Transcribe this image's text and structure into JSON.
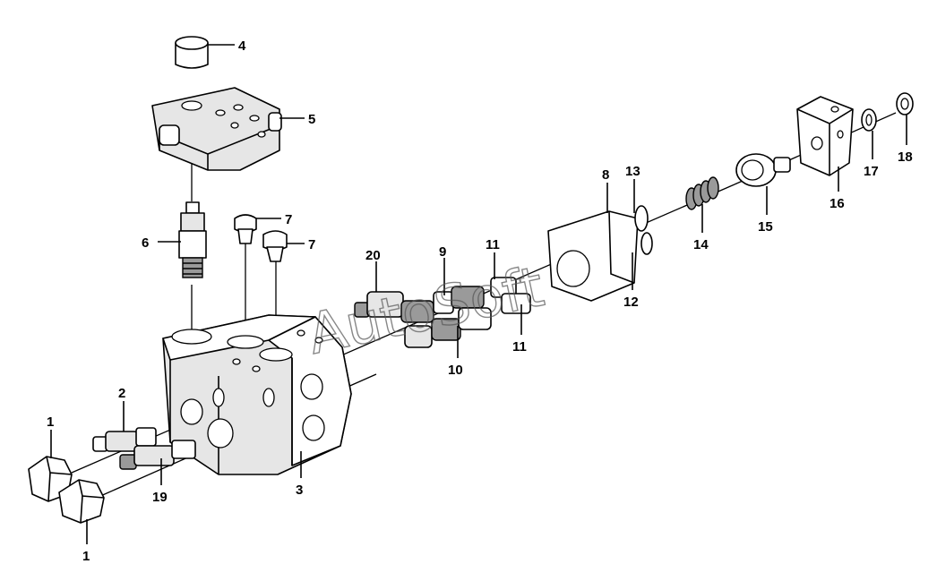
{
  "callouts": [
    {
      "id": "c1a",
      "text": "1"
    },
    {
      "id": "c1b",
      "text": "1"
    },
    {
      "id": "c2",
      "text": "2"
    },
    {
      "id": "c3",
      "text": "3"
    },
    {
      "id": "c4",
      "text": "4"
    },
    {
      "id": "c5",
      "text": "5"
    },
    {
      "id": "c6",
      "text": "6"
    },
    {
      "id": "c7a",
      "text": "7"
    },
    {
      "id": "c7b",
      "text": "7"
    },
    {
      "id": "c8",
      "text": "8"
    },
    {
      "id": "c9",
      "text": "9"
    },
    {
      "id": "c10",
      "text": "10"
    },
    {
      "id": "c11a",
      "text": "11"
    },
    {
      "id": "c11b",
      "text": "11"
    },
    {
      "id": "c12",
      "text": "12"
    },
    {
      "id": "c13",
      "text": "13"
    },
    {
      "id": "c14",
      "text": "14"
    },
    {
      "id": "c15",
      "text": "15"
    },
    {
      "id": "c16",
      "text": "16"
    },
    {
      "id": "c17",
      "text": "17"
    },
    {
      "id": "c18",
      "text": "18"
    },
    {
      "id": "c19",
      "text": "19"
    },
    {
      "id": "c20",
      "text": "20"
    }
  ],
  "watermark": "AutoSoft"
}
